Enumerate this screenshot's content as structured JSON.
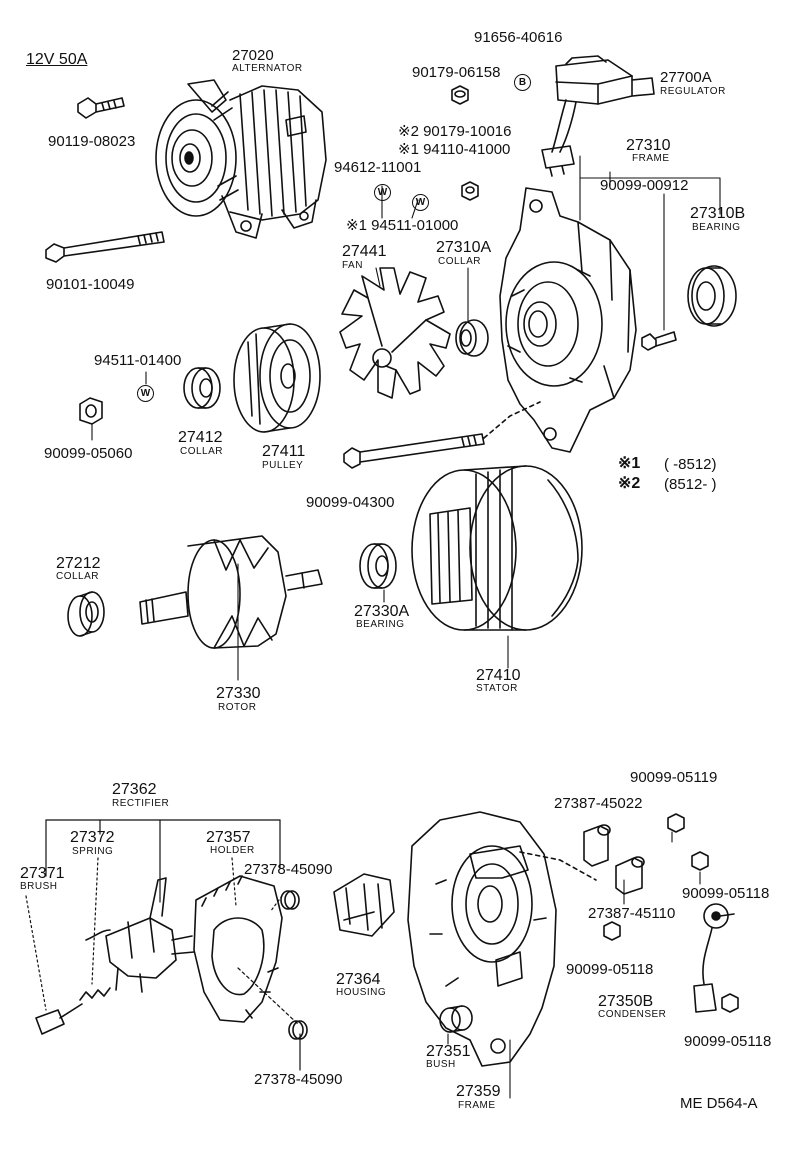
{
  "spec": "12V 50A",
  "footer": "ME D564-A",
  "parts": {
    "alternator": {
      "no": "27020",
      "name": "ALTERNATOR"
    },
    "bolt_a": {
      "no": "90119-08023"
    },
    "bolt_b": {
      "no": "90101-10049"
    },
    "nut_a": {
      "no": "90179-06158"
    },
    "screw_a": {
      "no": "91656-40616"
    },
    "regulator": {
      "no": "27700A",
      "name": "REGULATOR"
    },
    "nut_b": {
      "no": "※2 90179-10016"
    },
    "nut_c": {
      "no": "※1 94110-41000"
    },
    "washer_a": {
      "no": "94612-11001"
    },
    "washer_b": {
      "no": "※1 94511-01000"
    },
    "frame_front": {
      "no": "27310",
      "name": "FRAME"
    },
    "screw_b": {
      "no": "90099-00912"
    },
    "bearing_front": {
      "no": "27310B",
      "name": "BEARING"
    },
    "fan": {
      "no": "27441",
      "name": "FAN"
    },
    "collar_a": {
      "no": "27310A",
      "name": "COLLAR"
    },
    "washer_c": {
      "no": "94511-01400"
    },
    "nut_d": {
      "no": "90099-05060"
    },
    "collar_b": {
      "no": "27412",
      "name": "COLLAR"
    },
    "pulley": {
      "no": "27411",
      "name": "PULLEY"
    },
    "bolt_c": {
      "no": "90099-04300"
    },
    "collar_c": {
      "no": "27212",
      "name": "COLLAR"
    },
    "rotor": {
      "no": "27330",
      "name": "ROTOR"
    },
    "bearing_rear": {
      "no": "27330A",
      "name": "BEARING"
    },
    "stator": {
      "no": "27410",
      "name": "STATOR"
    },
    "rectifier": {
      "no": "27362",
      "name": "RECTIFIER"
    },
    "spring": {
      "no": "27372",
      "name": "SPRING"
    },
    "brush": {
      "no": "27371",
      "name": "BRUSH"
    },
    "holder": {
      "no": "27357",
      "name": "HOLDER"
    },
    "insulator_a": {
      "no": "27378-45090"
    },
    "insulator_b": {
      "no": "27378-45090"
    },
    "housing": {
      "no": "27364",
      "name": "HOUSING"
    },
    "bush": {
      "no": "27351",
      "name": "BUSH"
    },
    "frame_rear": {
      "no": "27359",
      "name": "FRAME"
    },
    "insulator_c": {
      "no": "27387-45022"
    },
    "insulator_d": {
      "no": "27387-45110"
    },
    "nut_e": {
      "no": "90099-05119"
    },
    "nut_f": {
      "no": "90099-05118"
    },
    "nut_g": {
      "no": "90099-05118"
    },
    "condenser": {
      "no": "27350B",
      "name": "CONDENSER"
    },
    "nut_h": {
      "no": "90099-05118"
    }
  },
  "notes": [
    {
      "mark": "※1",
      "range": "(      -8512)"
    },
    {
      "mark": "※2",
      "range": "(8512-      )"
    }
  ],
  "symbols": {
    "b_mark": "B",
    "w_mark": "W"
  },
  "icons": [
    "exploded-parts-illustration"
  ]
}
